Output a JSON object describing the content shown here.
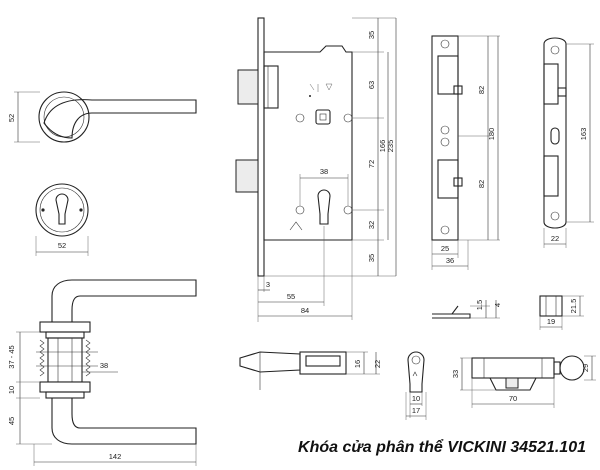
{
  "caption": "Khóa cửa phân thể VICKINI 34521.101",
  "dimensions": {
    "rosette_height": "52",
    "escutcheon_width": "52",
    "door_thickness_range": "37 - 45",
    "handle_spacer": "10",
    "handle_offset": "45",
    "spindle_length": "38",
    "handle_length": "142",
    "body_top_gap": "35",
    "body_mid_gap": "63",
    "body_center_distance": "72",
    "body_lower_gap": "32",
    "body_bottom_gap": "35",
    "body_inner_height": "166",
    "body_total_height": "235",
    "key_spacing": "38",
    "faceplate_thickness": "3",
    "backset": "55",
    "body_depth": "84",
    "strike_upper": "82",
    "strike_total": "180",
    "strike_lower": "82",
    "strike_width": "25",
    "strike_outer_width": "36",
    "keeper_height": "163",
    "keeper_width": "22",
    "bracket_height_1": "1.5",
    "bracket_height_2": "4",
    "box_height": "21.5",
    "box_width": "19",
    "latch_height_1": "16",
    "latch_height_2": "22",
    "cylinder_width_1": "10",
    "cylinder_width_2": "17",
    "cylinder_height": "33",
    "cylinder_length": "70",
    "knob_diameter": "29"
  }
}
